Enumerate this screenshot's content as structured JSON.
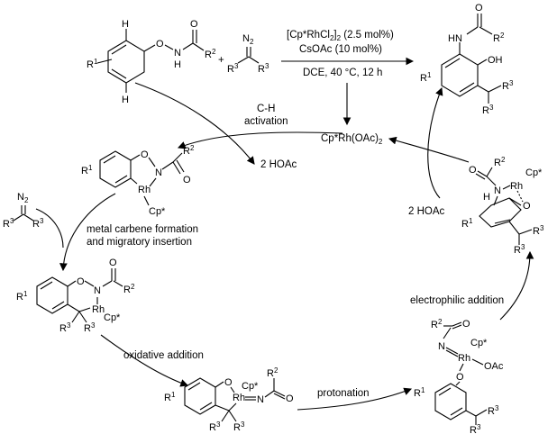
{
  "top_reaction": {
    "reagent_line1": "[Cp*RhCl2]2 (2.5 mol%)",
    "reagent_line2": "CsOAc (10 mol%)",
    "conditions": "DCE, 40 °C, 12 h",
    "plus": "+"
  },
  "catalyst": "Cp*Rh(OAc)2",
  "steps": {
    "ch_activation": "C-H activation",
    "carbene": "metal carbene formation and migratory insertion",
    "oxidative_addition": "oxidative addition",
    "protonation": "protonation",
    "electrophilic_addition": "electrophilic addition"
  },
  "byproducts": {
    "hoac_out": "2 HOAc",
    "hoac_in": "2 HOAc"
  },
  "atoms": {
    "H": "H",
    "O": "O",
    "N": "N",
    "Rh": "Rh",
    "OH": "OH",
    "R1": "R1",
    "R2": "R2",
    "R3": "R3",
    "Cp": "Cp*",
    "N2": "N2",
    "OAc": "OAc"
  }
}
